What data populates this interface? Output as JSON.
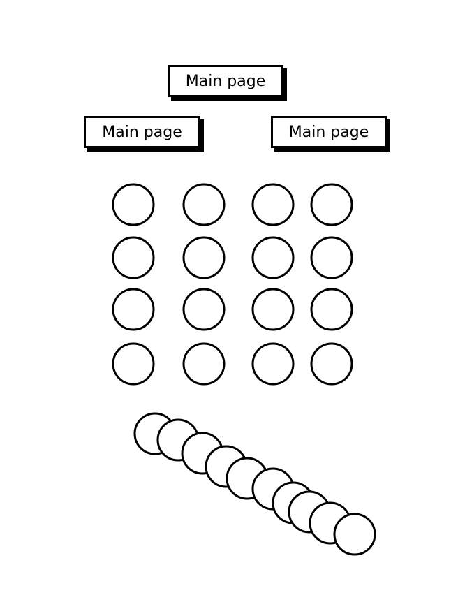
{
  "buttons": {
    "top_label": "Main page",
    "left_label": "Main page",
    "right_label": "Main page"
  },
  "colors": {
    "stroke": "#000000",
    "fill": "#ffffff"
  }
}
